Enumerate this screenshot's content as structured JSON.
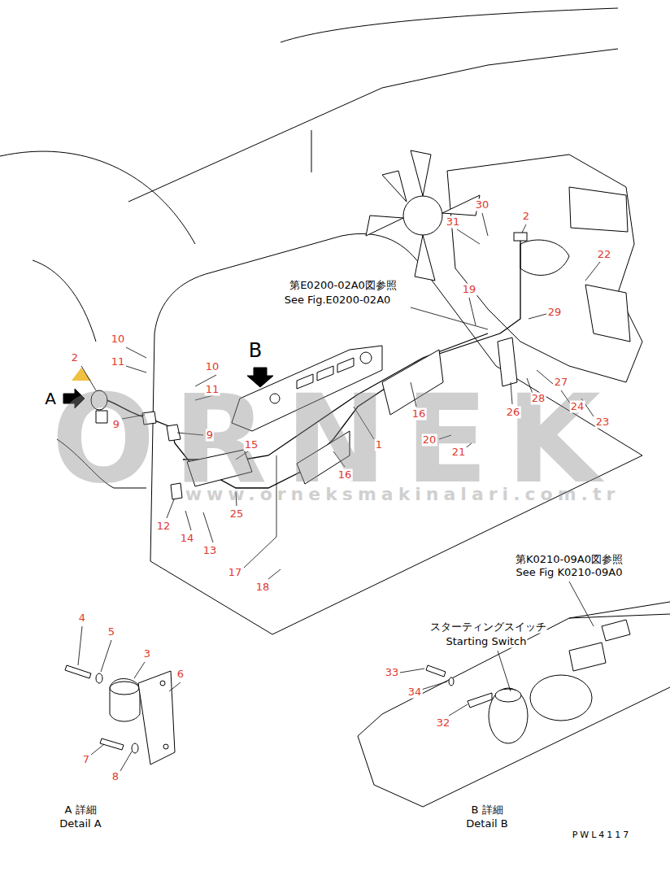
{
  "diagram": {
    "labels": [
      "30",
      "31",
      "2",
      "22",
      "19",
      "29",
      "第E0200-02A0図参照",
      "See Fig.E0200-02A0",
      "B",
      "10",
      "11",
      "10",
      "11",
      "2",
      "A",
      "9",
      "9",
      "15",
      "1",
      "16",
      "20",
      "21",
      "26",
      "27",
      "28",
      "24",
      "23",
      "16",
      "25",
      "12",
      "14",
      "13",
      "17",
      "18",
      "ORNEK",
      "www.orneksmakinalari.com.tr",
      "4",
      "5",
      "3",
      "6",
      "7",
      "8",
      "A 詳細",
      "Detail A",
      "第K0210-09A0図参照",
      "See Fig K0210-09A0",
      "スターティングスイッチ",
      "Starting Switch",
      "33",
      "34",
      "32",
      "B 詳細",
      "Detail B",
      "PWL4117"
    ]
  }
}
